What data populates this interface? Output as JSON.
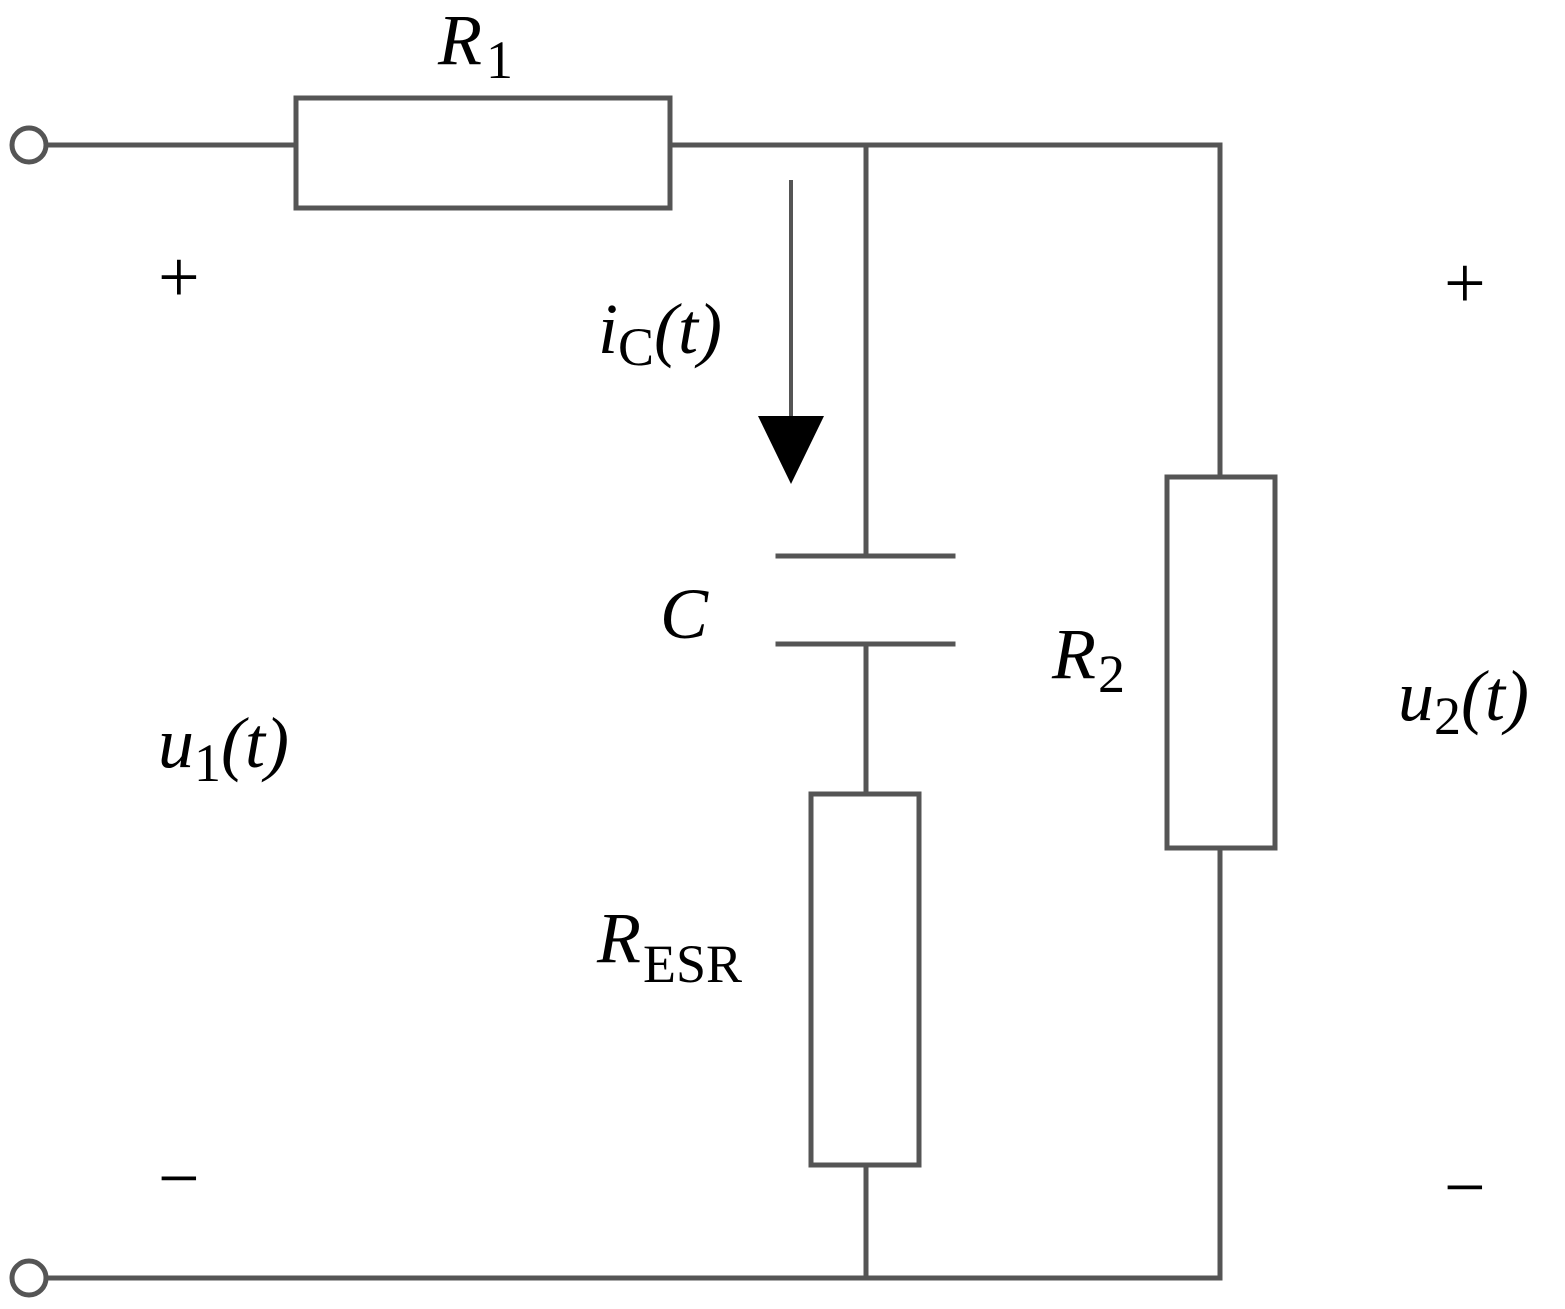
{
  "labels": {
    "r1": {
      "main": "R",
      "sub": "1"
    },
    "ic": {
      "main": "i",
      "sub": "C",
      "tail": "(t)"
    },
    "c": {
      "main": "C"
    },
    "r2": {
      "main": "R",
      "sub": "2"
    },
    "resr": {
      "main": "R",
      "sub": "ESR"
    },
    "u1": {
      "main": "u",
      "sub": "1",
      "tail": "(t)"
    },
    "u2": {
      "main": "u",
      "sub": "2",
      "tail": "(t)"
    }
  },
  "signs": {
    "input_plus": "+",
    "input_minus": "−",
    "output_plus": "+",
    "output_minus": "−"
  },
  "colors": {
    "wire": "#555555",
    "text": "#000000",
    "background": "#ffffff"
  }
}
